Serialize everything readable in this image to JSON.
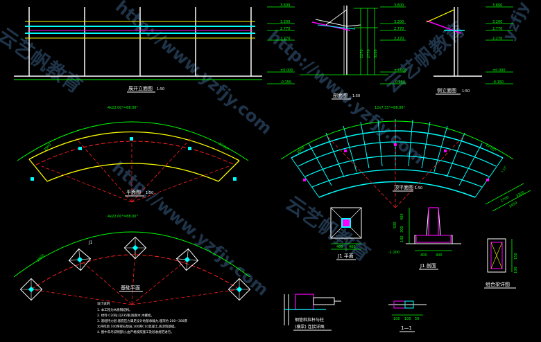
{
  "colors": {
    "background": "#000000",
    "white": "#ffffff",
    "green": "#00ff00",
    "cyan": "#00ffff",
    "yellow": "#ffff00",
    "red": "#ff2020",
    "magenta": "#ff00ff",
    "watermark": "#3a5f86"
  },
  "labels": {
    "front_elevation": "展开立面图",
    "front_scale": "1:50",
    "side_section": "剖面图",
    "side_section_scale": "1:50",
    "side_elevation": "侧立面图",
    "side_elevation_scale": "1:50",
    "plan": "平面图",
    "plan_scale": "1:50",
    "top_plan": "顶平面图",
    "top_plan_scale": "1:50",
    "foundation_plan": "基础平面",
    "j1_plan": "J1 平面",
    "j1_section": "J1 剖面",
    "beam_detail": "组合梁详图",
    "connection_detail_line1": "钢管斜拉杆与柱",
    "connection_detail_line2": "(横梁) 连接详图",
    "section_11": "1—1"
  },
  "dimensions": {
    "elev_levels": [
      "3.600",
      "3.200",
      "2.770",
      "2.270",
      "±0.000",
      "-0.150"
    ],
    "section_levels": [
      "3.600",
      "3.200",
      "2.770",
      "2.270",
      "±0.000",
      "-0.150"
    ],
    "section_vertical": [
      "2270",
      "2770",
      "3200"
    ],
    "side_levels": [
      "3.600",
      "3.200",
      "2.770",
      "2.270",
      "±0.000",
      "-0.150"
    ],
    "plan_arc": "4x22.00°=88.00°",
    "plan_angle": "22.00°",
    "plan_radius": "2900",
    "top_arc": "12x7.33°=88.00°",
    "top_angle": "22.00°",
    "top_radius": "2900",
    "top_small_angle": "7.33°",
    "top_right_dims": [
      "2700",
      "2450",
      "3300"
    ],
    "foundation_arc": "4x22.00°=88.00°",
    "foundation_radius": "2900",
    "foundation_j1": "J1",
    "j1_plan_dims": [
      "400",
      "400"
    ],
    "j1_section_dims": [
      "400",
      "400",
      "-1.200"
    ],
    "j1_section_vertical": [
      "100",
      "300",
      "400",
      "500"
    ],
    "section_11_dims": [
      "100",
      "100",
      "50"
    ],
    "beam_detail_dims": [
      "150",
      "100"
    ]
  },
  "notes": {
    "title": "设计说明:",
    "lines": [
      "1. 本工程为木质钢结构。",
      "2. 材料:C20砼,Q235钢,防腐木,木螺栓。",
      "3. 基础持力层:基底压力满足设计地基承载力,埋深约 200~300厚",
      "   大开挖后:100厚碎石垫层,100厚C10混凝土,再浇筑基础。",
      "4. 图中未尽说明部分,由严格按照施工及验收规范进行。"
    ]
  },
  "watermarks": [
    "云艺帆教育",
    "http://www.yzfjy.com",
    "http://www.yzfjy.com",
    "云艺帆教育",
    "http://www.yzfjy.com",
    "云艺帆教育",
    "yzfjy"
  ]
}
